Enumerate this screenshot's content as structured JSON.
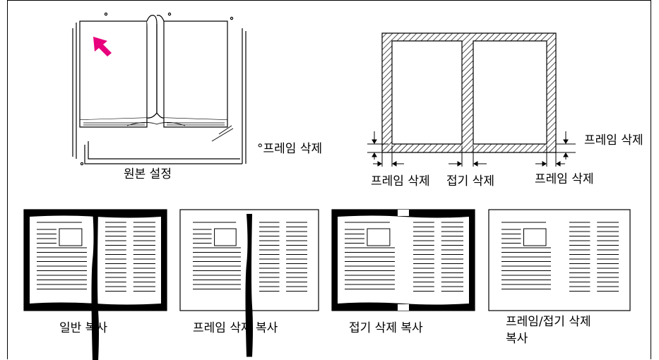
{
  "labels": {
    "original_setting": "원본 설정",
    "frame_erase_note": "°프레임 삭제",
    "frame_erase_right": "프레임 삭제",
    "frame_erase_bottom_left": "프레임 삭제",
    "fold_erase_bottom": "접기 삭제",
    "frame_erase_bottom_right": "프레임 삭제"
  },
  "examples": [
    {
      "caption": "일반 복사"
    },
    {
      "caption": "프레임 삭제 복사"
    },
    {
      "caption": "접기 삭제 복사"
    },
    {
      "caption_line1": "프레임/접기 삭제",
      "caption_line2": "복사"
    }
  ],
  "colors": {
    "arrow": "#e8007c",
    "ink": "#000000"
  }
}
